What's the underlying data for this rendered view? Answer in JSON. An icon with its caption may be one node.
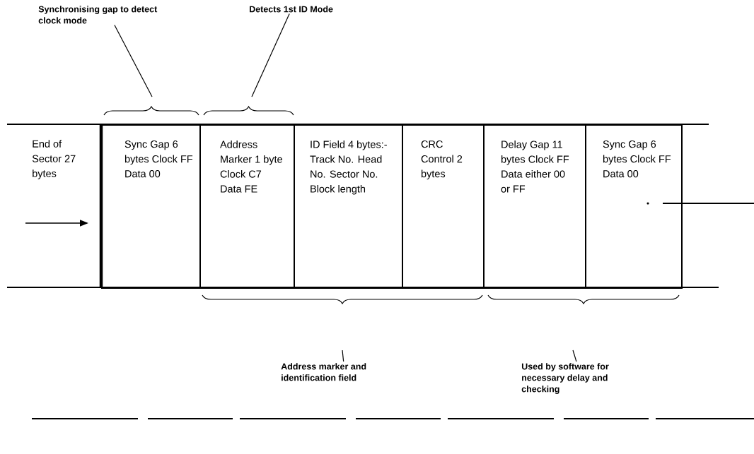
{
  "diagram": {
    "nodes": [
      {
        "text": [
          "End of Sector 27 bytes"
        ]
      },
      {
        "text": [
          "Sync Gap 6 bytes Clock FF Data 00"
        ]
      },
      {
        "text": [
          "Address Marker 1 byte Clock C7 Data FE"
        ]
      },
      {
        "text": [
          "ID Field 4 bytes:- Track No. Head No. Sector No. Block length"
        ]
      },
      {
        "text": [
          "CRC Control 2 bytes"
        ]
      },
      {
        "text": [
          "Delay Gap 11 bytes Clock FF Data either 00 or FF"
        ]
      },
      {
        "text": [
          "Sync Gap 6 bytes Clock FF Data 00"
        ]
      },
      {
        "text": [
          "Synchronising gap to detect clock mode"
        ]
      },
      {
        "text": [
          "Detects 1st ID Mode"
        ]
      },
      {
        "text": [
          "Address marker and identification field"
        ]
      },
      {
        "text": [
          "Used by software for necessary delay and checking"
        ]
      }
    ],
    "edges": [
      {
        "from": 7,
        "to": null,
        "arrow": "none"
      },
      {
        "from": 8,
        "to": null,
        "arrow": "none"
      },
      {
        "from": 9,
        "to": null,
        "arrow": "none"
      },
      {
        "from": 10,
        "to": null,
        "arrow": "none"
      }
    ]
  }
}
